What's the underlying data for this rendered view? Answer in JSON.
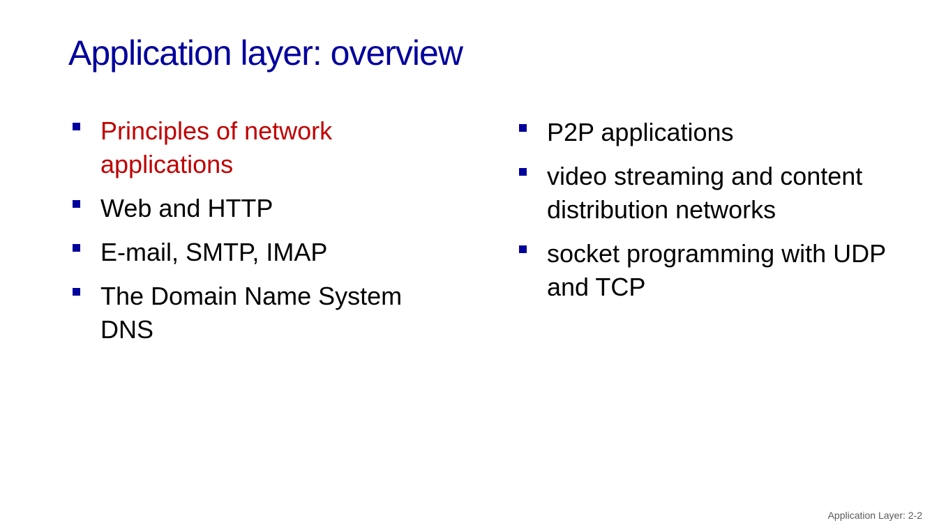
{
  "slide": {
    "title": "Application layer: overview",
    "left_items": [
      "Principles of network applications",
      "Web and HTTP",
      "E-mail, SMTP, IMAP",
      "The Domain Name System DNS"
    ],
    "right_items": [
      "P2P applications",
      "video streaming and content distribution networks",
      "socket programming with UDP and TCP"
    ],
    "footer": "Application Layer: 2-2"
  },
  "colors": {
    "title": "#00009c",
    "bullet": "#00009c",
    "highlight": "#c00000",
    "text": "#000000"
  },
  "icons": {
    "bullet": "square-bullet-icon"
  }
}
